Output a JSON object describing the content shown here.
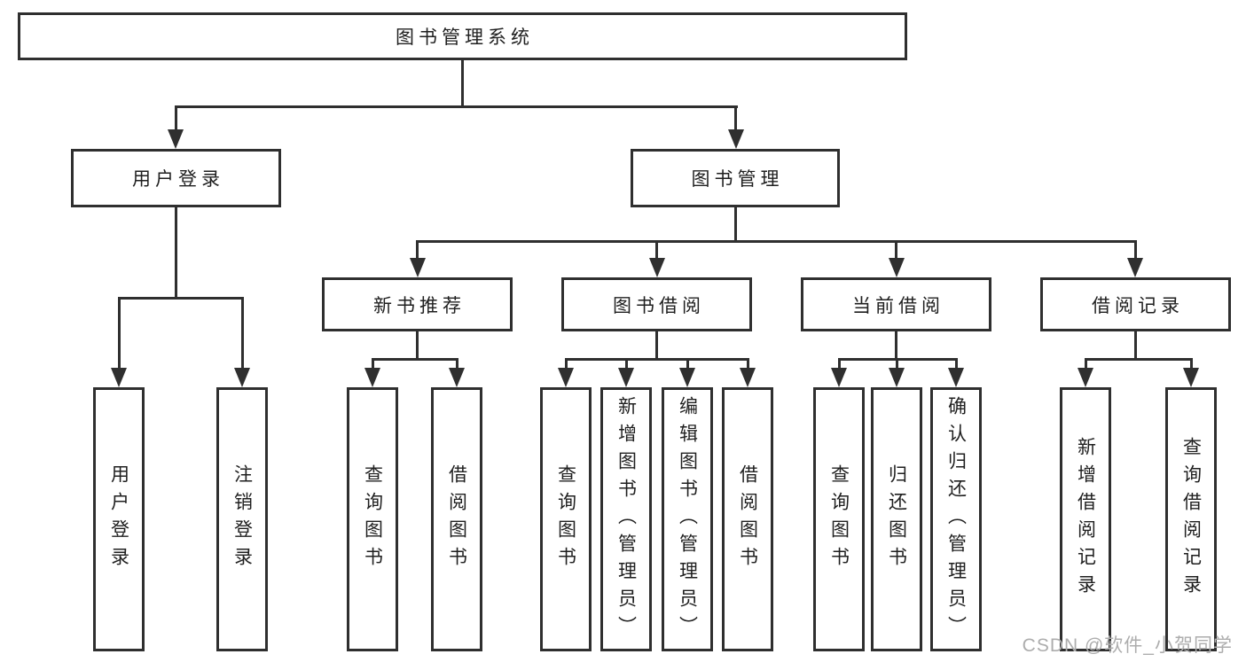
{
  "colors": {
    "line": "#2f2f2f",
    "text": "#1f1f1f",
    "background": "#ffffff",
    "watermark": "#adadad"
  },
  "tree": {
    "root": "图书管理系统",
    "children": [
      {
        "label": "用户登录",
        "children": [
          "用户登录",
          "注销登录"
        ]
      },
      {
        "label": "图书管理",
        "children": [
          {
            "label": "新书推荐",
            "children": [
              "查询图书",
              "借阅图书"
            ]
          },
          {
            "label": "图书借阅",
            "children": [
              "查询图书",
              "新增图书（管理员）",
              "编辑图书（管理员）",
              "借阅图书"
            ]
          },
          {
            "label": "当前借阅",
            "children": [
              "查询图书",
              "归还图书",
              "确认归还（管理员）"
            ]
          },
          {
            "label": "借阅记录",
            "children": [
              "新增借阅记录",
              "查询借阅记录"
            ]
          }
        ]
      }
    ]
  },
  "watermark": "CSDN @软件_小贺同学"
}
